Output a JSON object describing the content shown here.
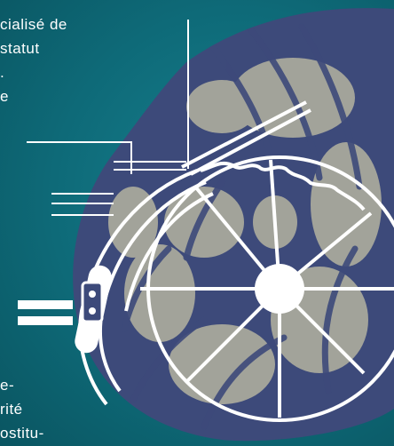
{
  "text_top": [
    "cialisé de",
    "statut",
    ".",
    "e"
  ],
  "text_bottom": [
    "e-",
    "rité",
    "ostitu-"
  ],
  "colors": {
    "background": "#0e6a78",
    "shell_light": "#a8a89c",
    "shell_dark": "#3d4a7a",
    "lines": "#ffffff"
  },
  "icons": [
    "nautilus-shell-illustration",
    "equals-icon",
    "clip-icon"
  ]
}
